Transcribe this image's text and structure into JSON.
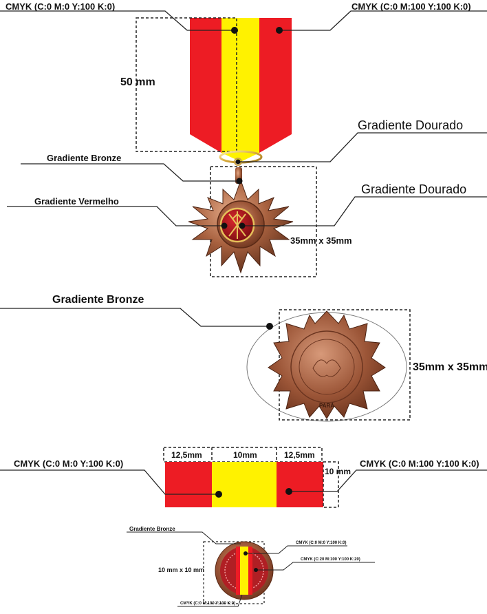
{
  "labels": {
    "top_yellow_cmyk": "CMYK (C:0 M:0 Y:100 K:0)",
    "top_red_cmyk": "CMYK (C:0 M:100 Y:100 K:0)",
    "ribbon_height": "50 mm",
    "gradient_dourado_1": "Gradiente Dourado",
    "gradient_bronze_1": "Gradiente Bronze",
    "gradient_dourado_2": "Gradiente Dourado",
    "gradient_vermelho": "Gradiente Vermelho",
    "medal_size": "35mm x 35mm",
    "gradient_bronze_2": "Gradiente Bronze",
    "reverse_size": "35mm x 35mm",
    "width_left": "12,5mm",
    "width_center": "10mm",
    "width_right": "12,5mm",
    "bar_yellow_cmyk": "CMYK (C:0 M:0 Y:100 K:0)",
    "bar_red_cmyk": "CMYK (C:0 M:100 Y:100 K:0)",
    "bar_height": "10 mm",
    "rosette_bronze": "Gradiente Bronze",
    "rosette_size": "10 mm x 10 mm",
    "rosette_yellow": "CMYK (C:0 M:0 Y:100 K:0)",
    "rosette_darkred": "CMYK (C:20 M:100 Y:100 K:20)",
    "rosette_red": "CMYK (C:0 M:100 Y:100 K:0)",
    "reverse_inscription": "PARÁ"
  },
  "colors": {
    "yellow": "#fff200",
    "red": "#ed1c24",
    "dark_red": "#b01f24",
    "bronze": "#9a5a3c",
    "gold": "#e6c15a"
  }
}
